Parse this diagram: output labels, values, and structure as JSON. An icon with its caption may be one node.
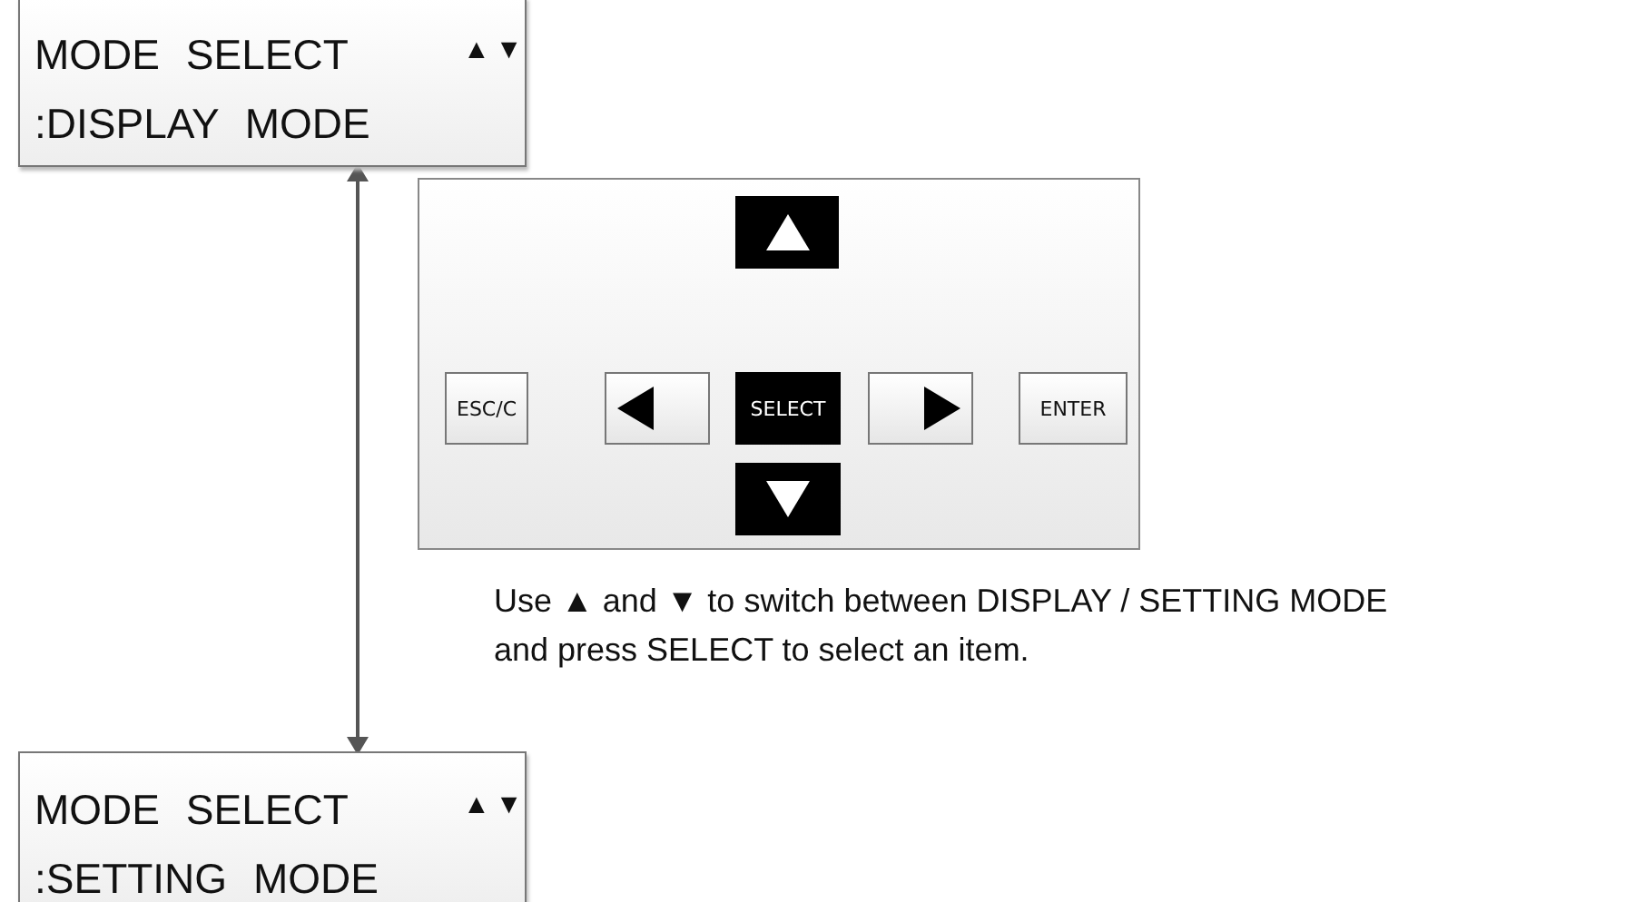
{
  "diagram": {
    "nodes": [
      {
        "text": [
          "MODE SELECT",
          "▲▼",
          ":DISPLAY MODE"
        ]
      },
      {
        "text": [
          "MODE SELECT",
          "▲▼",
          ":SETTING MODE"
        ]
      },
      {
        "text": [],
        "shape": "box"
      },
      {
        "text": [],
        "shape": "box",
        "in": 2
      },
      {
        "text": [
          "ESC/C"
        ],
        "in": 2
      },
      {
        "text": [],
        "shape": "box",
        "in": 2
      },
      {
        "text": [
          "SELECT"
        ],
        "in": 2
      },
      {
        "text": [],
        "shape": "box",
        "in": 2
      },
      {
        "text": [
          "ENTER"
        ],
        "in": 2
      },
      {
        "text": [],
        "shape": "box",
        "in": 2
      }
    ],
    "edges": [
      {
        "from": 0,
        "to": 1,
        "arrow": "both"
      }
    ],
    "labels": [
      "Use ▲ and ▼ to switch between DISPLAY / SETTING MODE and press SELECT to select an item."
    ]
  }
}
